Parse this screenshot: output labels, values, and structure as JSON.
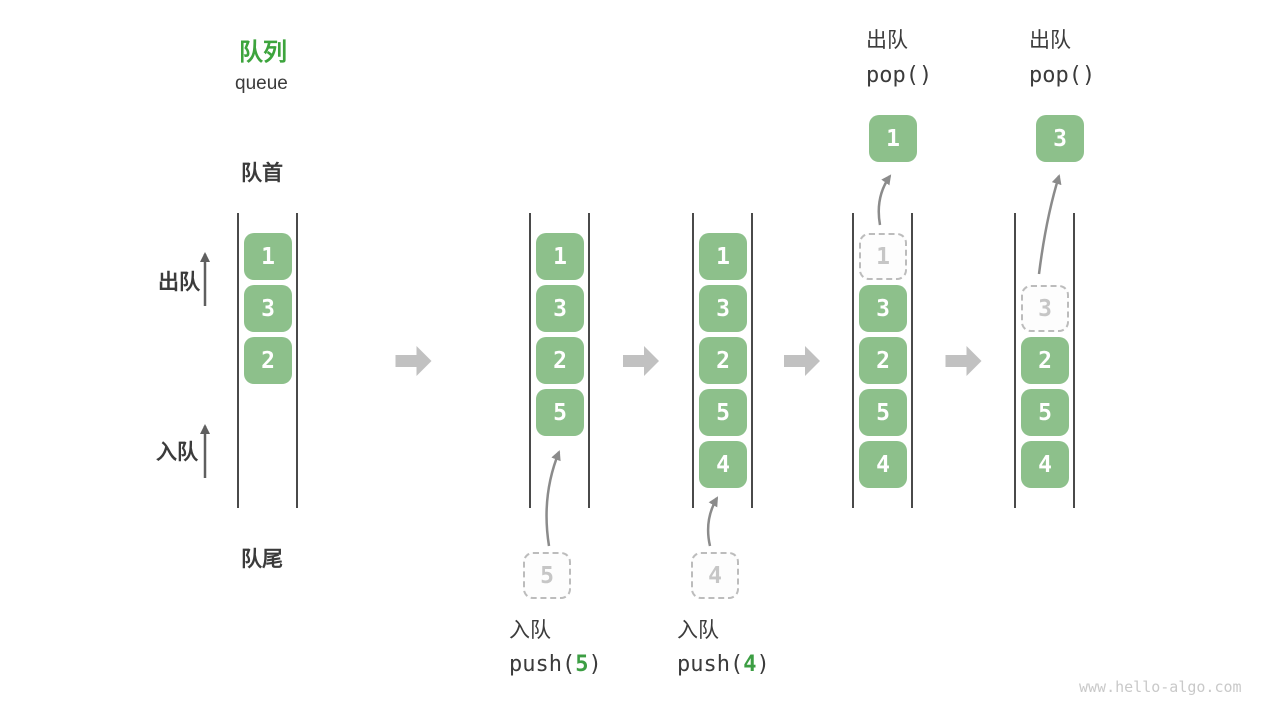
{
  "title": {
    "cn": "队列",
    "en": "queue"
  },
  "side_labels": {
    "front": "队首",
    "rear": "队尾",
    "dequeue": "出队",
    "enqueue": "入队"
  },
  "watermark": "www.hello-algo.com",
  "colors": {
    "box_green": "#8dc08b",
    "box_number": "#ffffff",
    "title_green": "#3da43d",
    "accent_green": "#3c9e43",
    "ghost_border": "#bcbcbc",
    "ghost_number": "#c6c6c6",
    "rail": "#4a4a4a",
    "label_dark": "#3b3b3b",
    "step_arrow": "#c1c1c1",
    "flow_arrow": "#8b8b8b",
    "side_arrow": "#5f5f5f",
    "watermark_gray": "#c9c9c9"
  },
  "columns": [
    {
      "name": "state-initial",
      "slots": [
        {
          "row": 0,
          "value": "1",
          "state": "filled"
        },
        {
          "row": 1,
          "value": "3",
          "state": "filled"
        },
        {
          "row": 2,
          "value": "2",
          "state": "filled"
        }
      ]
    },
    {
      "name": "state-after-push-5",
      "incoming": {
        "value": "5"
      },
      "slots": [
        {
          "row": 0,
          "value": "1",
          "state": "filled"
        },
        {
          "row": 1,
          "value": "3",
          "state": "filled"
        },
        {
          "row": 2,
          "value": "2",
          "state": "filled"
        },
        {
          "row": 3,
          "value": "5",
          "state": "filled"
        }
      ]
    },
    {
      "name": "state-after-push-4",
      "incoming": {
        "value": "4"
      },
      "slots": [
        {
          "row": 0,
          "value": "1",
          "state": "filled"
        },
        {
          "row": 1,
          "value": "3",
          "state": "filled"
        },
        {
          "row": 2,
          "value": "2",
          "state": "filled"
        },
        {
          "row": 3,
          "value": "5",
          "state": "filled"
        },
        {
          "row": 4,
          "value": "4",
          "state": "filled"
        }
      ]
    },
    {
      "name": "state-after-pop-1",
      "header": {
        "cn": "出队",
        "func": "pop()"
      },
      "popped": {
        "value": "1"
      },
      "slots": [
        {
          "row": 0,
          "value": "1",
          "state": "ghost"
        },
        {
          "row": 1,
          "value": "3",
          "state": "filled"
        },
        {
          "row": 2,
          "value": "2",
          "state": "filled"
        },
        {
          "row": 3,
          "value": "5",
          "state": "filled"
        },
        {
          "row": 4,
          "value": "4",
          "state": "filled"
        }
      ]
    },
    {
      "name": "state-after-pop-3",
      "header": {
        "cn": "出队",
        "func": "pop()"
      },
      "popped": {
        "value": "3"
      },
      "slots": [
        {
          "row": 1,
          "value": "3",
          "state": "ghost"
        },
        {
          "row": 2,
          "value": "2",
          "state": "filled"
        },
        {
          "row": 3,
          "value": "5",
          "state": "filled"
        },
        {
          "row": 4,
          "value": "4",
          "state": "filled"
        }
      ]
    }
  ],
  "operations": [
    {
      "cn": "入队",
      "func_prefix": "push(",
      "arg": "5",
      "func_suffix": ")"
    },
    {
      "cn": "入队",
      "func_prefix": "push(",
      "arg": "4",
      "func_suffix": ")"
    }
  ]
}
